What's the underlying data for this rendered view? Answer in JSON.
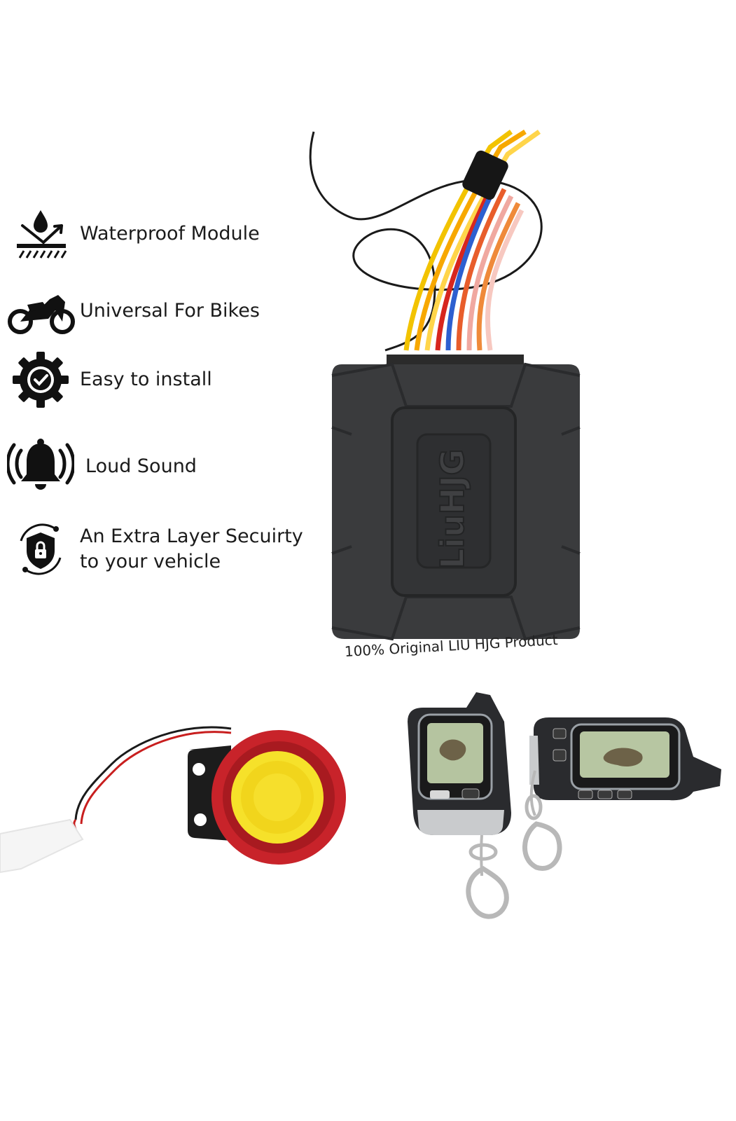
{
  "features": [
    {
      "icon": "waterproof-icon",
      "label": "Waterproof Module"
    },
    {
      "icon": "motorbike-icon",
      "label": "Universal For Bikes"
    },
    {
      "icon": "gear-check-icon",
      "label": "Easy to install"
    },
    {
      "icon": "bell-alarm-icon",
      "label": "Loud Sound"
    },
    {
      "icon": "shield-lock-icon",
      "label_line1": "An Extra Layer Secuirty",
      "label_line2": "to your vehicle"
    }
  ],
  "module": {
    "brand_logo": "LiuHJG"
  },
  "caption": "100% Original LIU HJG Product",
  "colors": {
    "text": "#1b1b1b",
    "module_body": "#3a3b3d",
    "siren_red": "#c8232a",
    "siren_yellow": "#f6e12a"
  }
}
